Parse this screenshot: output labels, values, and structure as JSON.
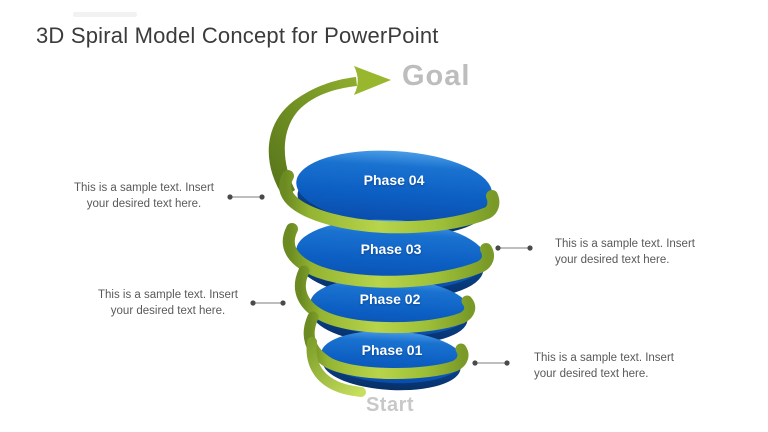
{
  "title": "3D Spiral Model Concept for PowerPoint",
  "labels": {
    "goal": "Goal",
    "start": "Start"
  },
  "phases": [
    {
      "label": "Phase 04"
    },
    {
      "label": "Phase 03"
    },
    {
      "label": "Phase 02"
    },
    {
      "label": "Phase 01"
    }
  ],
  "annotations": [
    {
      "line1": "This is a sample text. Insert",
      "line2": "your desired text here."
    },
    {
      "line1": "This is a sample text. Insert",
      "line2": "your desired text here."
    },
    {
      "line1": "This is a sample text. Insert",
      "line2": "your desired text here."
    },
    {
      "line1": "This is a sample text. Insert",
      "line2": "your desired text here."
    }
  ],
  "icons": {
    "goal_arrow": "curved-swoosh-arrow",
    "spiral": "green-spiral-ribbon"
  },
  "colors": {
    "title_text": "#3b3b3b",
    "goal_start_gray": "#bdbdbd",
    "annotation_gray": "#595959",
    "connector_gray": "#7d7d7d",
    "disk_blue_light": "#3f93de",
    "disk_blue": "#0c5ec2",
    "disk_blue_dark": "#0a4cab",
    "disk_rim_navy": "#072f66",
    "ribbon_green_bright": "#b8d44b",
    "ribbon_green_dark": "#6b8a21",
    "phase_text": "#ffffff"
  }
}
